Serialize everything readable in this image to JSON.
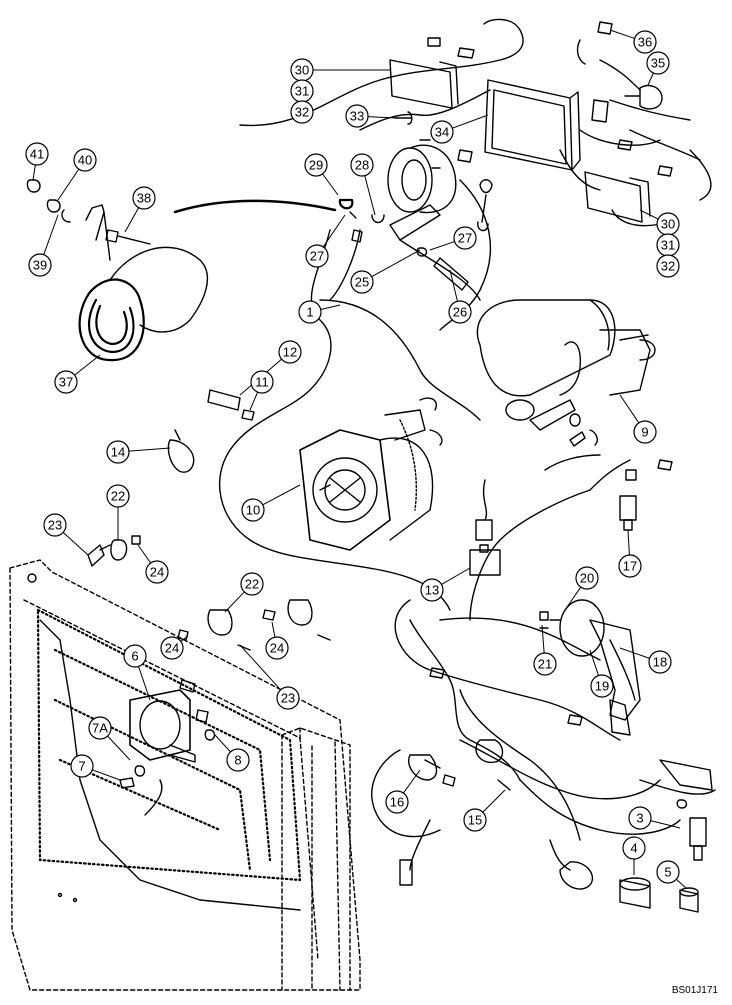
{
  "diagram": {
    "callouts": [
      "1",
      "3",
      "4",
      "5",
      "6",
      "7",
      "7A",
      "8",
      "9",
      "10",
      "11",
      "12",
      "13",
      "14",
      "15",
      "16",
      "17",
      "18",
      "19",
      "20",
      "21",
      "22",
      "22",
      "23",
      "23",
      "24",
      "24",
      "24",
      "25",
      "26",
      "27",
      "27",
      "28",
      "29",
      "30",
      "31",
      "32",
      "30",
      "31",
      "32",
      "33",
      "34",
      "35",
      "36",
      "37",
      "38",
      "39",
      "40",
      "41"
    ],
    "reference_code": "BS01J171"
  }
}
